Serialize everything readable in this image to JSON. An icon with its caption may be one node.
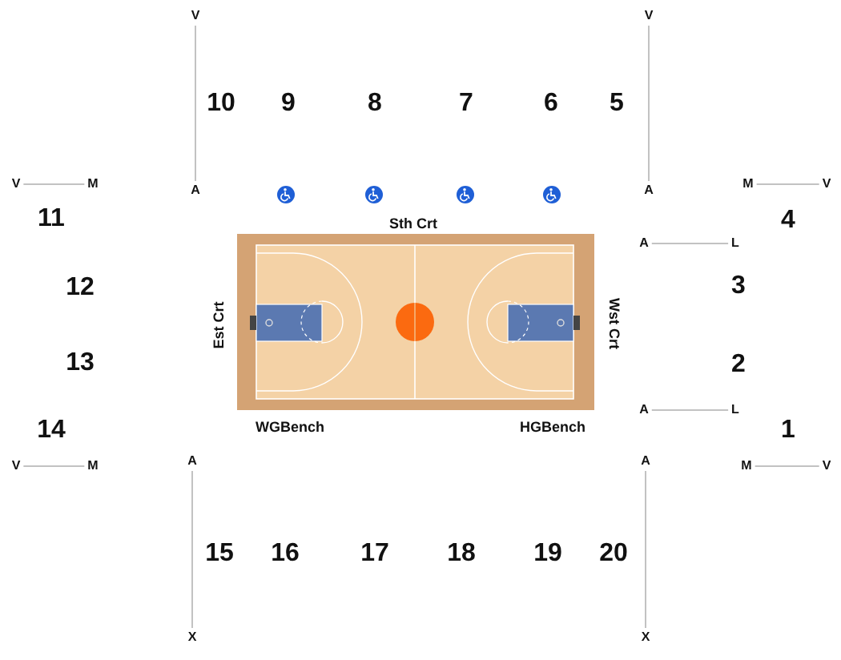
{
  "diagram": {
    "nodes": [
      {
        "text": [
          "V"
        ]
      },
      {
        "text": [
          "V"
        ]
      },
      {
        "text": [
          "V"
        ]
      },
      {
        "text": [
          "M"
        ]
      },
      {
        "text": [
          "A"
        ]
      },
      {
        "text": [
          "A"
        ]
      },
      {
        "text": [
          "M"
        ]
      },
      {
        "text": [
          "V"
        ]
      },
      {
        "text": [
          "A"
        ]
      },
      {
        "text": [
          "L"
        ]
      },
      {
        "text": [
          "A"
        ]
      },
      {
        "text": [
          "L"
        ]
      },
      {
        "text": [
          "A"
        ]
      },
      {
        "text": [
          "A"
        ]
      },
      {
        "text": [
          "V"
        ]
      },
      {
        "text": [
          "M"
        ]
      },
      {
        "text": [
          "M"
        ]
      },
      {
        "text": [
          "V"
        ]
      },
      {
        "text": [
          "X"
        ]
      },
      {
        "text": [
          "X"
        ]
      }
    ],
    "edges": [
      {
        "from": 0,
        "to": 4,
        "arrow": "none"
      },
      {
        "from": 1,
        "to": 5,
        "arrow": "none"
      },
      {
        "from": 2,
        "to": 3,
        "arrow": "none"
      },
      {
        "from": 6,
        "to": 7,
        "arrow": "none"
      },
      {
        "from": 8,
        "to": 9,
        "arrow": "none"
      },
      {
        "from": 10,
        "to": 11,
        "arrow": "none"
      },
      {
        "from": 12,
        "to": 18,
        "arrow": "none"
      },
      {
        "from": 13,
        "to": 19,
        "arrow": "none"
      },
      {
        "from": 14,
        "to": 15,
        "arrow": "none"
      },
      {
        "from": 16,
        "to": 17,
        "arrow": "none"
      }
    ],
    "labels": [
      "10",
      "9",
      "8",
      "7",
      "6",
      "5",
      "11",
      "4",
      "Sth Crt",
      "12",
      "3",
      "Est Crt",
      "Wst Crt",
      "13",
      "2",
      "14",
      "WGBench",
      "HGBench",
      "1",
      "15",
      "16",
      "17",
      "18",
      "19",
      "20"
    ]
  }
}
